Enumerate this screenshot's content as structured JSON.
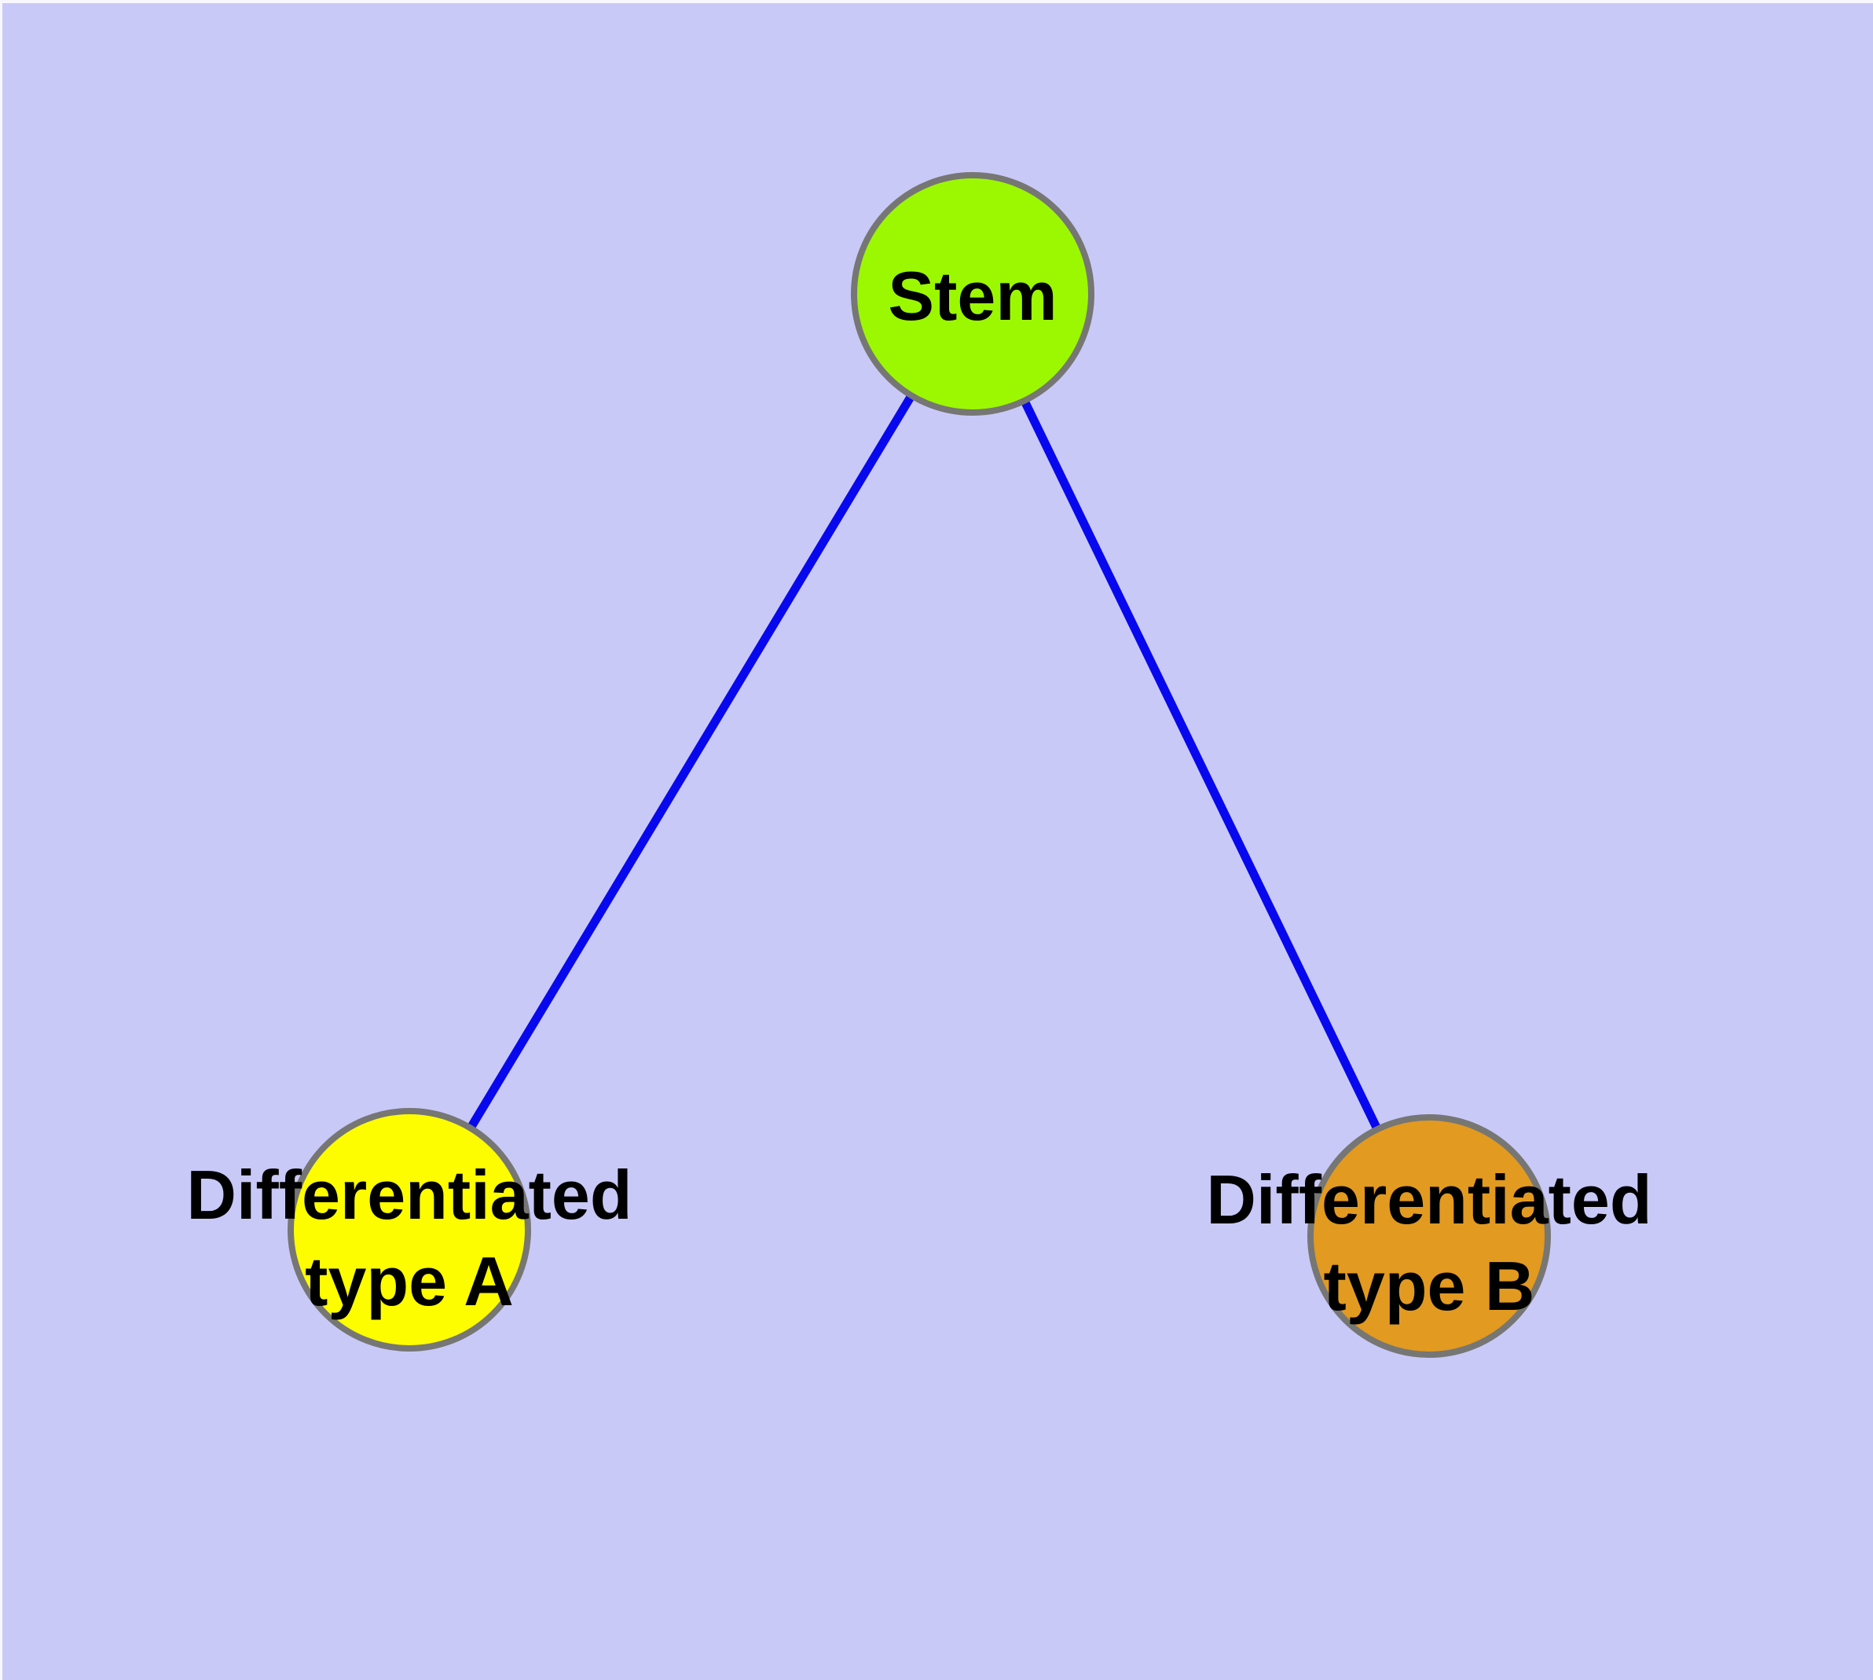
{
  "diagram": {
    "type": "graph",
    "description_nodes": [
      {
        "id": "stem",
        "label_lines": [
          "Stem"
        ],
        "fill": "#9cf800"
      },
      {
        "id": "type_a",
        "label_lines": [
          "Differentiated",
          "type A"
        ],
        "fill": "#fdfd00"
      },
      {
        "id": "type_b",
        "label_lines": [
          "Differentiated",
          "type B"
        ],
        "fill": "#e29a20"
      }
    ],
    "edges": [
      {
        "from": "stem",
        "to": "type_a"
      },
      {
        "from": "stem",
        "to": "type_b"
      }
    ]
  },
  "colors": {
    "background": "#c9c9f8",
    "canvas_edge_highlight": "#f7f7fd",
    "edge": "#0808ee",
    "node_border": "#767674",
    "label_text": "#000000"
  }
}
